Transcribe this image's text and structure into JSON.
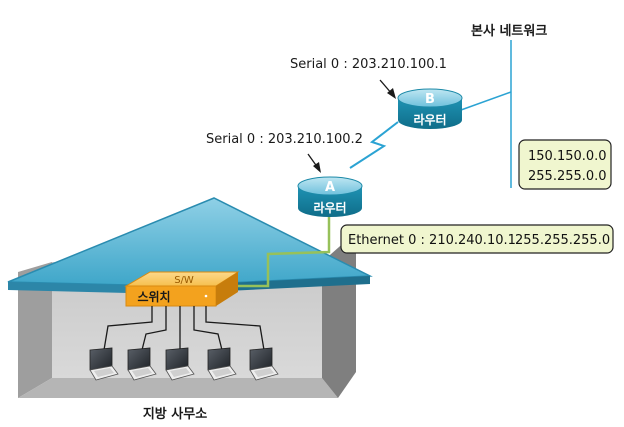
{
  "hq_network_label": "본사 네트워크",
  "serial_b_label": "Serial 0 : 203.210.100.1",
  "serial_a_label": "Serial 0 : 203.210.100.2",
  "router_b": {
    "letter": "B",
    "name": "라우터"
  },
  "router_a": {
    "letter": "A",
    "name": "라우터"
  },
  "hq_network_box": {
    "line1": "150.150.0.0",
    "line2": "255.255.0.0"
  },
  "ethernet_box": {
    "address": "Ethernet 0 : 210.240.10.1",
    "mask": "255.255.255.0"
  },
  "switch": {
    "top_label": "S/W",
    "name": "스위치"
  },
  "branch_office_label": "지방 사무소",
  "colors": {
    "router": "#1d8aa8",
    "roof": "#3aa0c4",
    "info_box_fill": "#f0f6cf",
    "switch": "#f3a21e",
    "network_line": "#2ba3d3",
    "ethernet_line": "#97c15a"
  }
}
